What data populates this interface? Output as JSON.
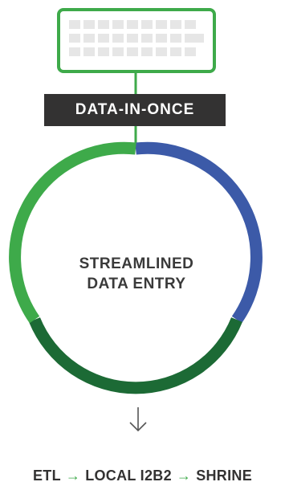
{
  "colors": {
    "green": "#3eaa4a",
    "blue": "#3c5aa8",
    "dark_green": "#1c6a35",
    "keyboard_key": "#e6e6e6",
    "label_bg": "#333232",
    "text": "#3a3a3a"
  },
  "keyboard_icon": "keyboard-icon",
  "label": "DATA-IN-ONCE",
  "center": {
    "line1": "STREAMLINED",
    "line2": "DATA ENTRY"
  },
  "pipeline": {
    "step1": "ETL",
    "step2": "LOCAL I2B2",
    "step3": "SHRINE",
    "arrow_glyph": "→"
  },
  "down_arrow_icon": "down-arrow-icon"
}
